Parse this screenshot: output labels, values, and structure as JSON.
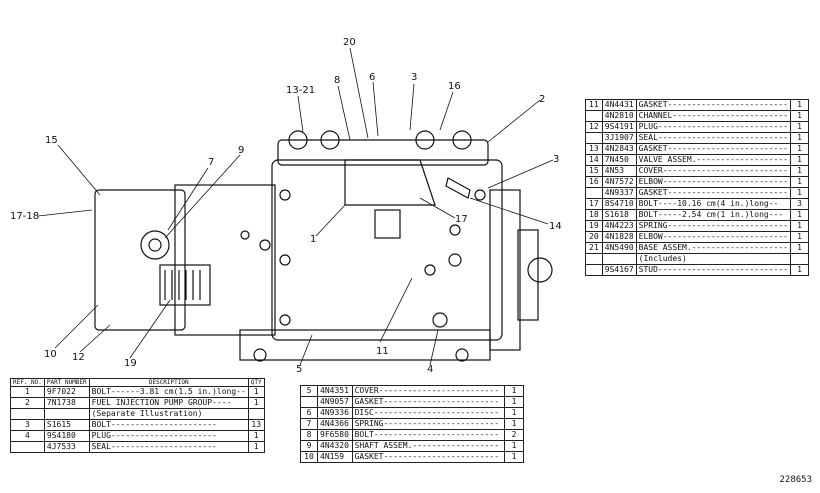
{
  "callouts": {
    "c15": "15",
    "c1718": "17-18",
    "c7": "7",
    "c9": "9",
    "c10": "10",
    "c12": "12",
    "c19": "19",
    "c1321": "13-21",
    "c8": "8",
    "c20": "20",
    "c6": "6",
    "c3a": "3",
    "c16": "16",
    "c2": "2",
    "c3b": "3",
    "c14": "14",
    "c17": "17",
    "c1": "1",
    "c5": "5",
    "c11": "11",
    "c4": "4"
  },
  "illustration_number": "228653",
  "table_left": {
    "headers": [
      "REF. NO.",
      "PART NUMBER",
      "DESCRIPTION",
      "QTY"
    ],
    "rows": [
      {
        "ref": "1",
        "part": "9F7022",
        "desc": "BOLT------3.81 cm(1.5 in.)long--",
        "qty": "1"
      },
      {
        "ref": "2",
        "part": "7N1738",
        "desc": "FUEL INJECTION PUMP GROUP----",
        "qty": "1"
      },
      {
        "ref": "",
        "part": "",
        "desc": "(Separate Illustration)",
        "qty": ""
      },
      {
        "ref": "3",
        "part": "S1615",
        "desc": "BOLT----------------------",
        "qty": "13"
      },
      {
        "ref": "4",
        "part": "9S4180",
        "desc": "PLUG----------------------",
        "qty": "1"
      },
      {
        "ref": "",
        "part": "4J7533",
        "desc": "SEAL----------------------",
        "qty": "1"
      }
    ]
  },
  "table_mid": {
    "rows": [
      {
        "ref": "5",
        "part": "4N4351",
        "desc": "COVER-------------------------",
        "qty": "1"
      },
      {
        "ref": "",
        "part": "4N9057",
        "desc": "GASKET------------------------",
        "qty": "1"
      },
      {
        "ref": "6",
        "part": "4N9336",
        "desc": "DISC--------------------------",
        "qty": "1"
      },
      {
        "ref": "7",
        "part": "4N4366",
        "desc": "SPRING------------------------",
        "qty": "1"
      },
      {
        "ref": "8",
        "part": "9F6580",
        "desc": "BOLT--------------------------",
        "qty": "2"
      },
      {
        "ref": "9",
        "part": "4N4320",
        "desc": "SHAFT ASSEM.------------------",
        "qty": "1"
      },
      {
        "ref": "10",
        "part": "4N159",
        "desc": "GASKET------------------------",
        "qty": "1"
      }
    ]
  },
  "table_right": {
    "rows": [
      {
        "ref": "11",
        "part": "4N4431",
        "desc": "GASKET-------------------------",
        "qty": "1"
      },
      {
        "ref": "",
        "part": "4N2810",
        "desc": "CHANNEL------------------------",
        "qty": "1"
      },
      {
        "ref": "12",
        "part": "9S4191",
        "desc": "PLUG---------------------------",
        "qty": "1"
      },
      {
        "ref": "",
        "part": "3J1907",
        "desc": "SEAL---------------------------",
        "qty": "1"
      },
      {
        "ref": "13",
        "part": "4N2843",
        "desc": "GASKET-------------------------",
        "qty": "1"
      },
      {
        "ref": "14",
        "part": "7N450",
        "desc": "VALVE ASSEM.-------------------",
        "qty": "1"
      },
      {
        "ref": "15",
        "part": "4N53",
        "desc": "COVER--------------------------",
        "qty": "1"
      },
      {
        "ref": "16",
        "part": "4N7572",
        "desc": "ELBOW--------------------------",
        "qty": "1"
      },
      {
        "ref": "",
        "part": "4N9337",
        "desc": "GASKET-------------------------",
        "qty": "1"
      },
      {
        "ref": "17",
        "part": "8S4710",
        "desc": "BOLT----10.16 cm(4 in.)long--",
        "qty": "3"
      },
      {
        "ref": "18",
        "part": "S1618",
        "desc": "BOLT-----2.54 cm(1 in.)long---",
        "qty": "1"
      },
      {
        "ref": "19",
        "part": "4N4223",
        "desc": "SPRING-------------------------",
        "qty": "1"
      },
      {
        "ref": "20",
        "part": "4N1828",
        "desc": "ELBOW--------------------------",
        "qty": "1"
      },
      {
        "ref": "21",
        "part": "4N5490",
        "desc": "BASE ASSEM.--------------------",
        "qty": "1"
      },
      {
        "ref": "",
        "part": "",
        "desc": "(Includes)",
        "qty": ""
      },
      {
        "ref": "",
        "part": "9S4167",
        "desc": "STUD---------------------------",
        "qty": "1"
      }
    ]
  }
}
